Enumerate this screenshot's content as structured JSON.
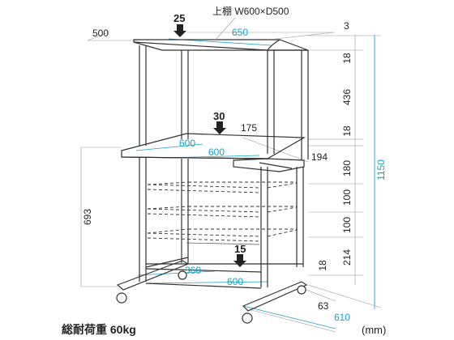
{
  "labels": {
    "top_shelf": "上棚 W600×D500",
    "total_load": "総耐荷重 60kg",
    "unit": "(mm)"
  },
  "loads": {
    "top": "25",
    "middle": "30",
    "bottom": "15"
  },
  "dims": {
    "top_depth": "500",
    "top_width": "650",
    "desk_depth": "600",
    "desk_width": "600",
    "mouse_table": "175",
    "mouse_table_w": "194",
    "bottom_depth": "360",
    "bottom_width": "600",
    "base_width": "610",
    "caster_h": "63",
    "total_h": "1150",
    "desk_h": "693",
    "h_3": "3",
    "h_18a": "18",
    "h_436": "436",
    "h_18b": "18",
    "h_180": "180",
    "h_100a": "100",
    "h_100b": "100",
    "h_214": "214",
    "h_18c": "18"
  }
}
